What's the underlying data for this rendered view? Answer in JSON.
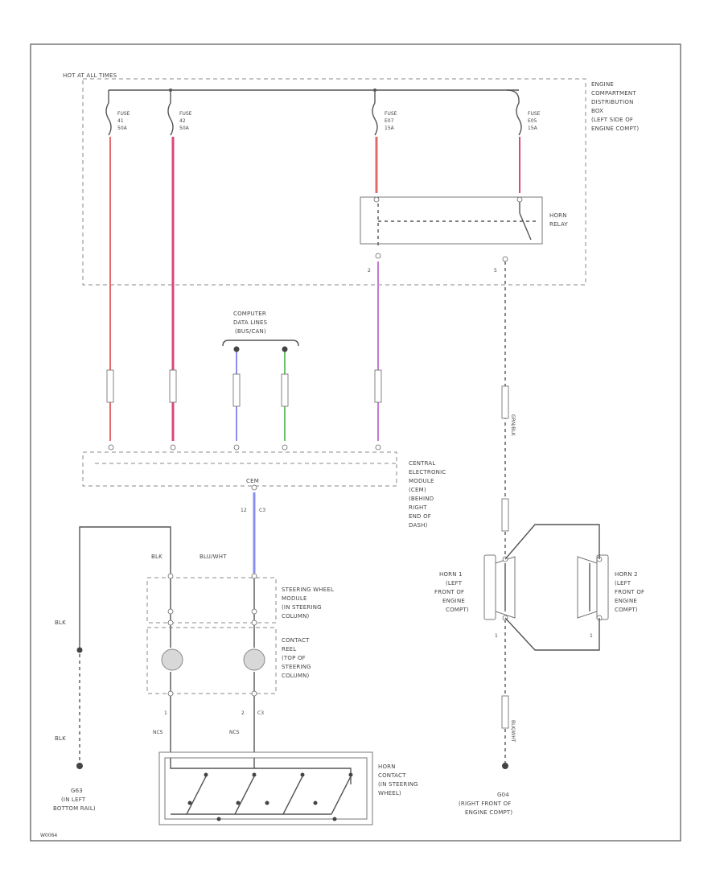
{
  "colors": {
    "red": "#e36a6a",
    "pink": "#d9487e",
    "blue": "#8a8ef0",
    "green": "#6ac46a",
    "violet": "#c77ad4",
    "ground": "#444444"
  },
  "labels": {
    "hot_at_all_times": "HOT AT ALL TIMES",
    "ecdb": [
      "ENGINE",
      "COMPARTMENT",
      "DISTRIBUTION",
      "BOX",
      "(LEFT SIDE OF",
      "ENGINE COMPT)"
    ],
    "fuses": [
      {
        "l1": "FUSE",
        "l2": "41",
        "l3": "50A"
      },
      {
        "l1": "FUSE",
        "l2": "42",
        "l3": "50A"
      },
      {
        "l1": "FUSE",
        "l2": "E07",
        "l3": "15A"
      },
      {
        "l1": "FUSE",
        "l2": "E05",
        "l3": "15A"
      }
    ],
    "horn_relay": [
      "HORN",
      "RELAY"
    ],
    "pin_2": "2",
    "pin_5": "5",
    "data_lines": [
      "COMPUTER",
      "DATA LINES",
      "(BUS/CAN)"
    ],
    "cem_short": "CEM",
    "cem": [
      "CENTRAL",
      "ELECTRONIC",
      "MODULE",
      "(CEM)",
      "(BEHIND",
      "RIGHT",
      "END OF",
      "DASH)"
    ],
    "connector_c3": "C3",
    "pin_12": "12",
    "blk": "BLK",
    "blu_wht": "BLU/WHT",
    "swm": [
      "STEERING WHEEL",
      "MODULE",
      "(IN STEERING",
      "COLUMN)"
    ],
    "contact_reel": [
      "CONTACT",
      "REEL",
      "(TOP OF",
      "STEERING",
      "COLUMN)"
    ],
    "pin_1": "1",
    "ncs": "NCS",
    "horn_contact": [
      "HORN",
      "CONTACT",
      "(IN STEERING",
      "WHEEL)"
    ],
    "ground_left": [
      "G63",
      "(IN LEFT",
      "BOTTOM RAIL)"
    ],
    "horn1": [
      "HORN 1",
      "(LEFT",
      "FRONT OF",
      "ENGINE",
      "COMPT)"
    ],
    "horn2": [
      "HORN 2",
      "(LEFT",
      "FRONT OF",
      "ENGINE",
      "COMPT)"
    ],
    "ground_right": [
      "G04",
      "(RIGHT FRONT OF",
      "ENGINE COMPT)"
    ],
    "grn_blk": "GRN/BLK",
    "blk_wht": "BLK/WHT",
    "diagram_id": "W0064"
  }
}
